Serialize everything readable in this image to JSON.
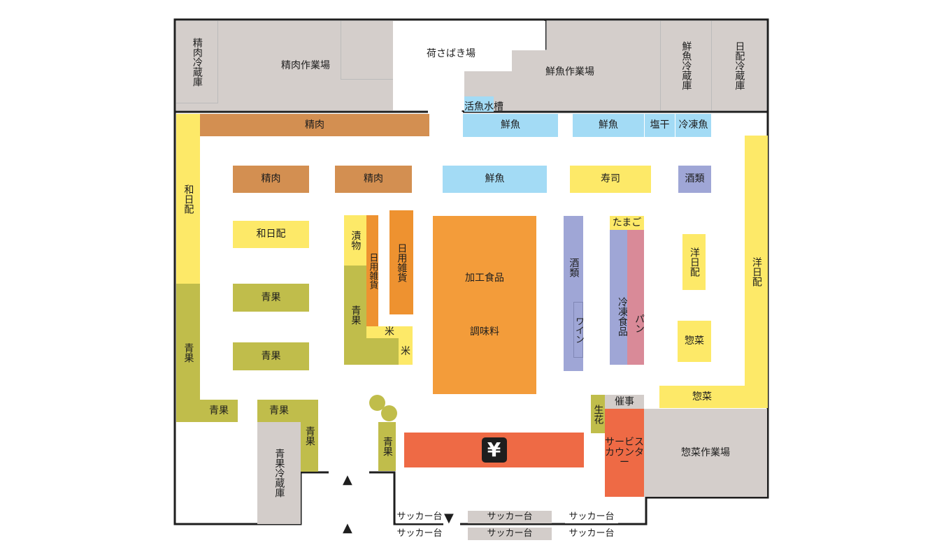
{
  "labels": {
    "meat_cold_storage": "精肉冷蔵庫",
    "meat_workroom": "精肉作業場",
    "unloading_area": "荷さばき場",
    "fish_workroom": "鮮魚作業場",
    "fish_cold_storage": "鮮魚冷蔵庫",
    "daily_cold_storage": "日配冷蔵庫",
    "live_fish_tank": "活魚水槽",
    "meat": "精肉",
    "fish": "鮮魚",
    "dried_salted": "塩干",
    "frozen_fish": "冷凍魚",
    "japanese_daily": "和日配",
    "western_daily": "洋日配",
    "sushi": "寿司",
    "liquor": "酒類",
    "pickles": "漬物",
    "daily_goods": "日用雑貨",
    "produce": "青果",
    "rice": "米",
    "processed_food": "加工食品",
    "seasoning": "調味料",
    "wine": "ワイン",
    "eggs": "たまご",
    "frozen_food": "冷凍食品",
    "bread": "パン",
    "deli": "惣菜",
    "flowers": "生花",
    "events": "催事",
    "service_counter": "サービス\nカウンター",
    "deli_workroom": "惣菜作業場",
    "produce_cold_storage": "青果冷蔵庫",
    "bagging_table": "サッカー台",
    "yen_symbol": "¥",
    "entrance_arrow": "▲",
    "exit_arrow": "▼"
  },
  "colors": {
    "backroom": "#d4cecb",
    "meat": "#d38f51",
    "fish": "#a3dbf5",
    "daily": "#fde968",
    "produce": "#c0bd4b",
    "daily_goods": "#ee9230",
    "grocery": "#f39c3a",
    "liquor_frozen": "#9fa6d6",
    "bread": "#d98a98",
    "checkout": "#ee6a45",
    "wall": "#1e1e1e"
  }
}
